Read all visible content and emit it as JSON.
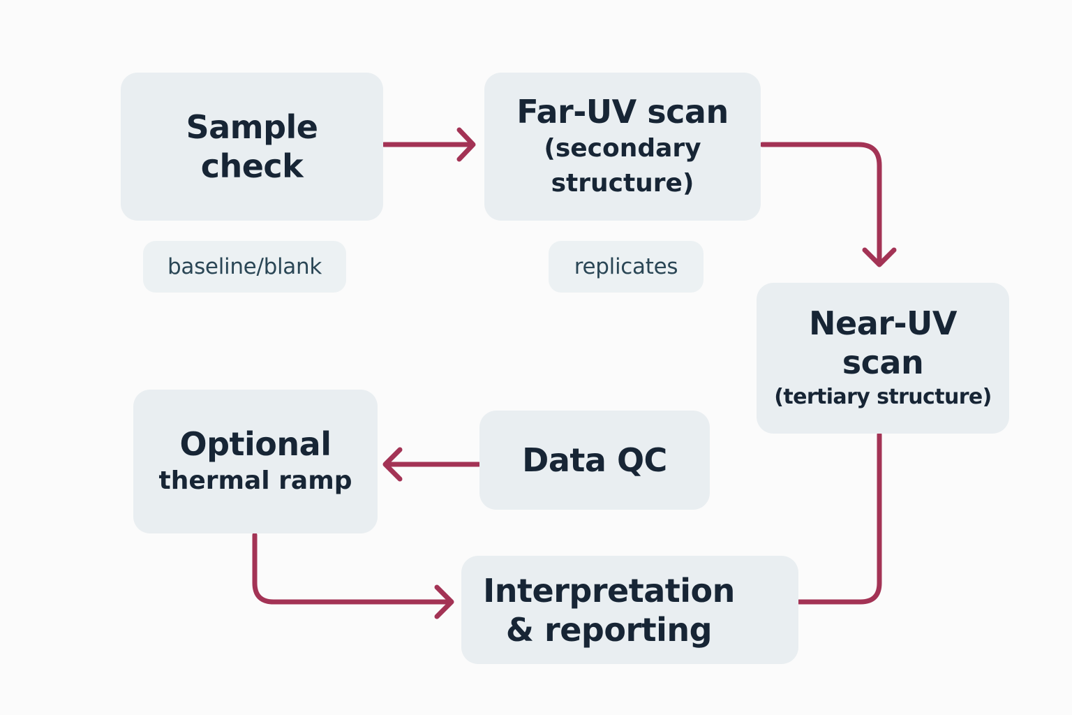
{
  "colors": {
    "background": "#fbfbfb",
    "node_fill": "#e9eef1",
    "tag_fill": "#ecf1f3",
    "text": "#172535",
    "tag_text": "#2a4655",
    "arrow": "#a33355"
  },
  "nodes": {
    "sample_check": {
      "line1": "Sample",
      "line2": "check"
    },
    "far_uv": {
      "title": "Far-UV scan",
      "line2": "(secondary",
      "line3": "structure)"
    },
    "near_uv": {
      "line1": "Near-UV",
      "line2": "scan",
      "line3": "(tertiary structure)"
    },
    "data_qc": {
      "title": "Data QC"
    },
    "thermal": {
      "title": "Optional",
      "line2": "thermal ramp"
    },
    "interpretation": {
      "line1": "Interpretation",
      "line2": "& reporting"
    }
  },
  "tags": {
    "baseline": "baseline/blank",
    "replicates": "replicates"
  }
}
